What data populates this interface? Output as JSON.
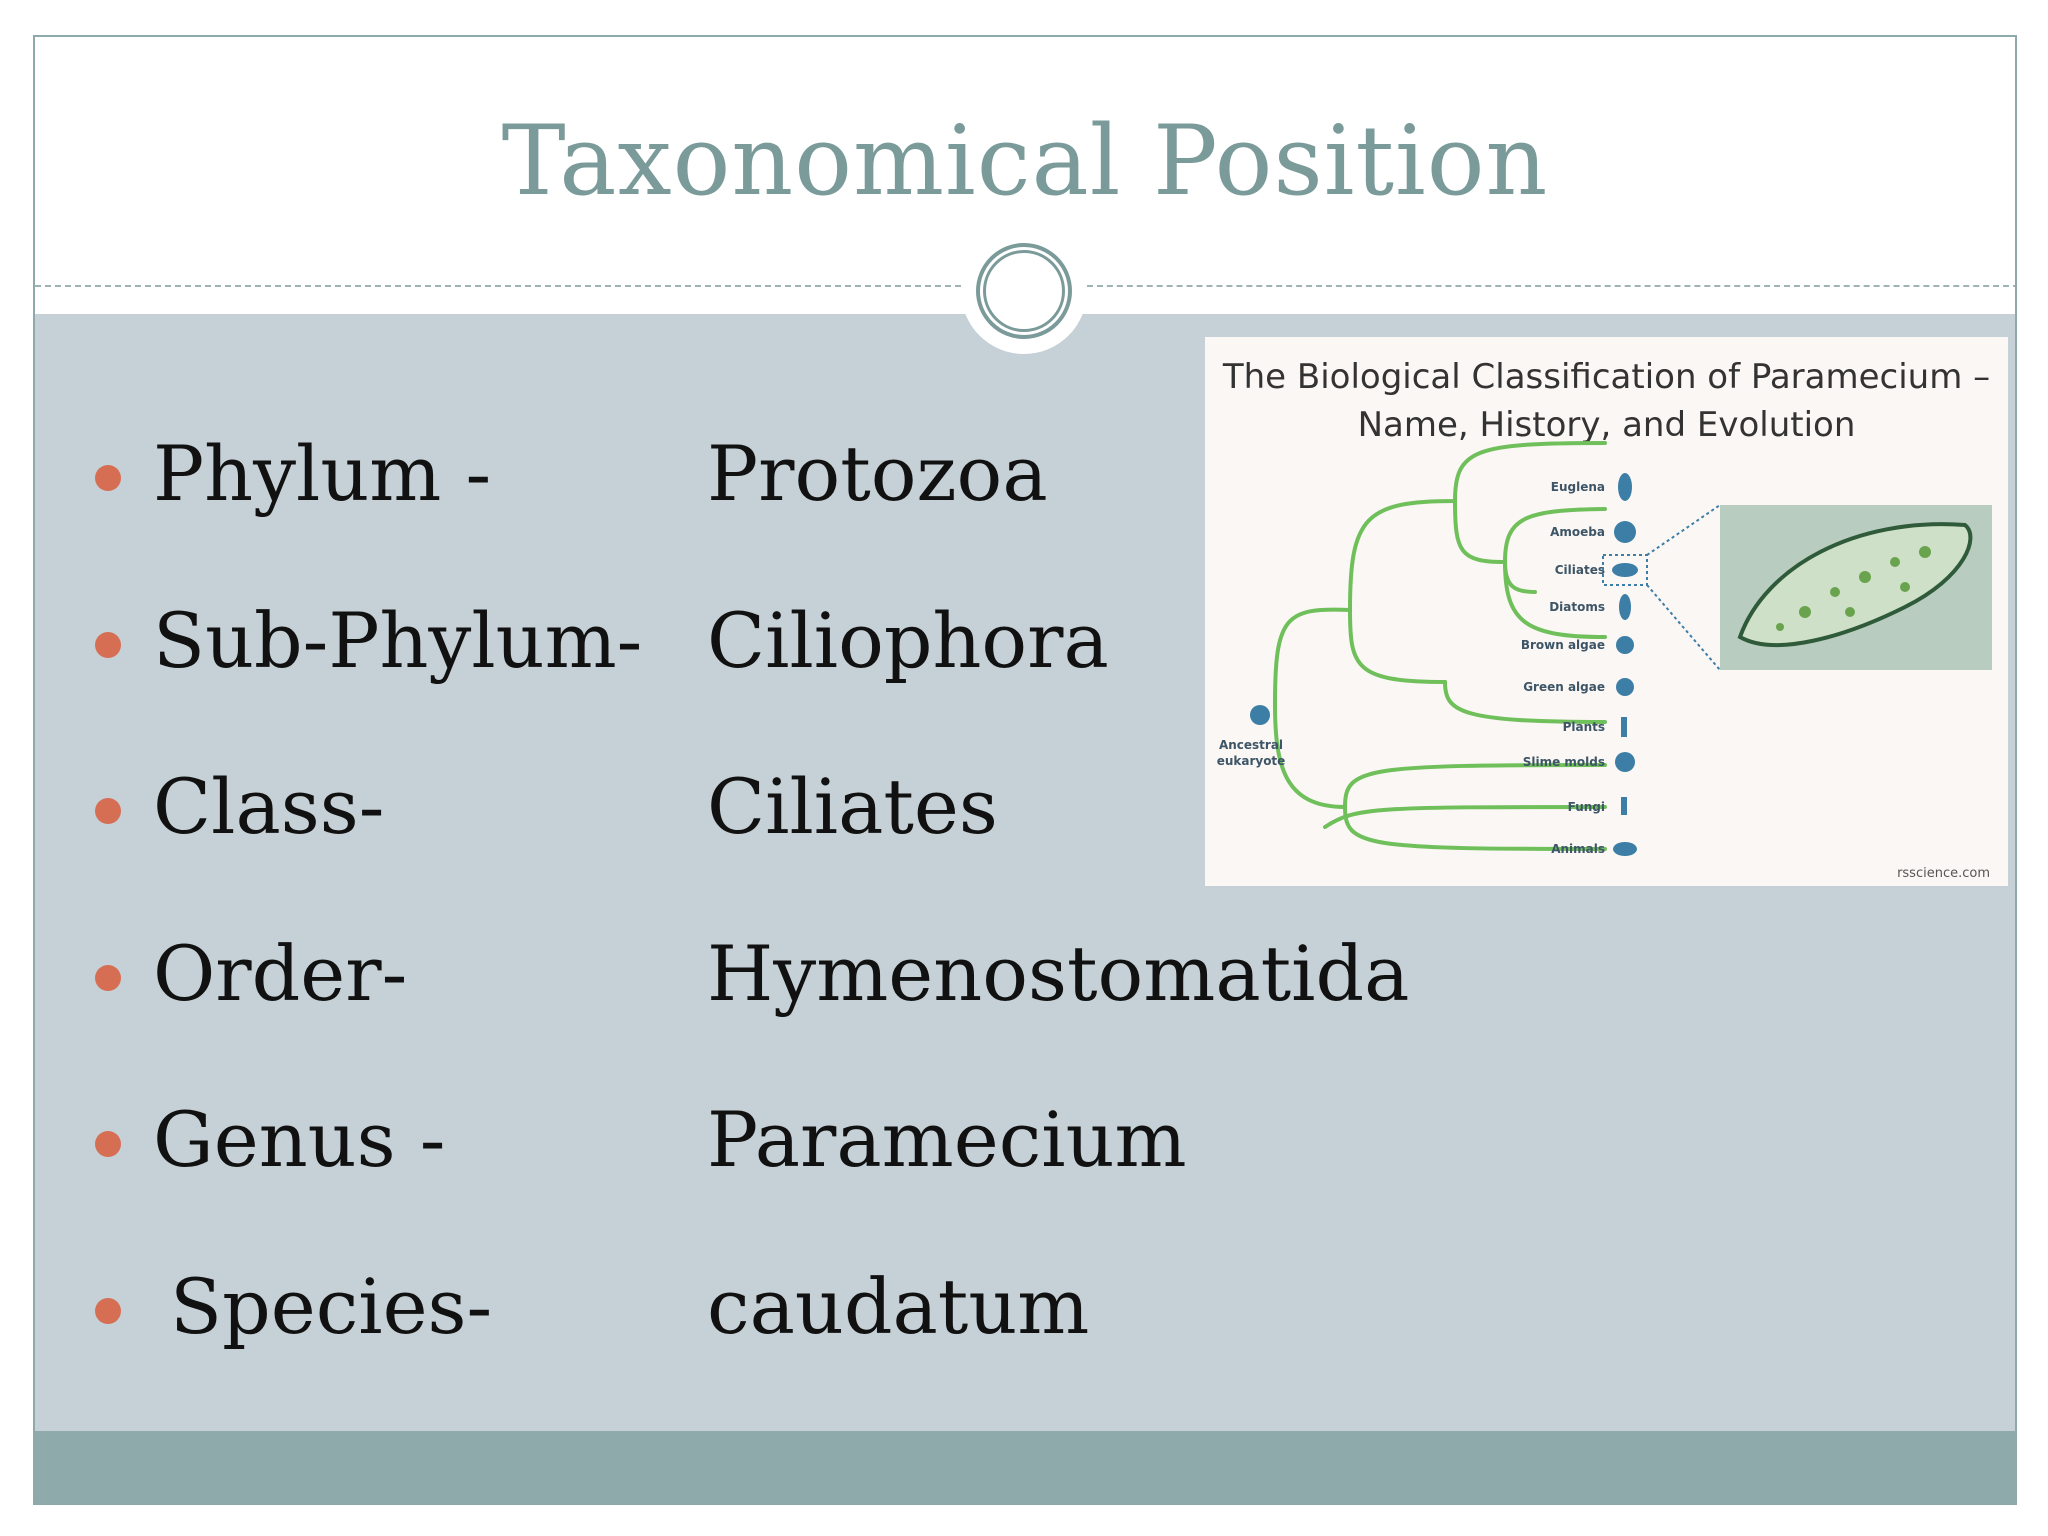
{
  "slide": {
    "title": "Taxonomical Position",
    "taxonomy": [
      {
        "rank": "Phylum -",
        "value": "Protozoa"
      },
      {
        "rank": "Sub-Phylum-",
        "value": "Ciliophora"
      },
      {
        "rank": "Class-",
        "value": "Ciliates"
      },
      {
        "rank": "Order-",
        "value": "Hymenostomatida"
      },
      {
        "rank": "Genus -",
        "value": "Paramecium"
      },
      {
        "rank": "Species-",
        "value": "caudatum"
      }
    ]
  },
  "figure": {
    "title_line1": "The Biological Classification of Paramecium –",
    "title_line2": "Name, History, and Evolution",
    "root_label_line1": "Ancestral",
    "root_label_line2": "eukaryote",
    "leaves": [
      "Euglena",
      "Amoeba",
      "Ciliates",
      "Diatoms",
      "Brown algae",
      "Green algae",
      "Plants",
      "Slime molds",
      "Fungi",
      "Animals"
    ],
    "credit": "rsscience.com"
  },
  "colors": {
    "title": "#7a9b9a",
    "content_bg": "#c5d1d6",
    "footer": "#8eaaab",
    "bullet": "#d66e54",
    "tree": "#6fbf5a",
    "icon": "#3d7ea6"
  }
}
